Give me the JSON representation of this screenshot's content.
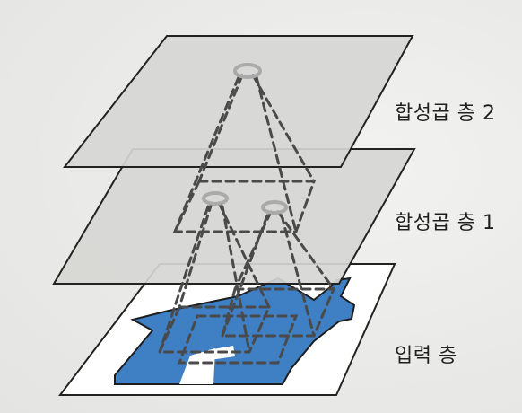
{
  "layers": {
    "conv2": {
      "label": "합성곱 층 2"
    },
    "conv1": {
      "label": "합성곱 층 1"
    },
    "input": {
      "label": "입력 층"
    }
  },
  "colors": {
    "plane_gray": "#d6d6d4",
    "plane_white": "#ffffff",
    "house_blue": "#3f7fc4",
    "outline": "#222222",
    "dashed": "#4a4a4a",
    "receptive_field_ring": "#aaaaaa",
    "background": "#ededeb"
  },
  "icons": {
    "house": "house-icon"
  }
}
